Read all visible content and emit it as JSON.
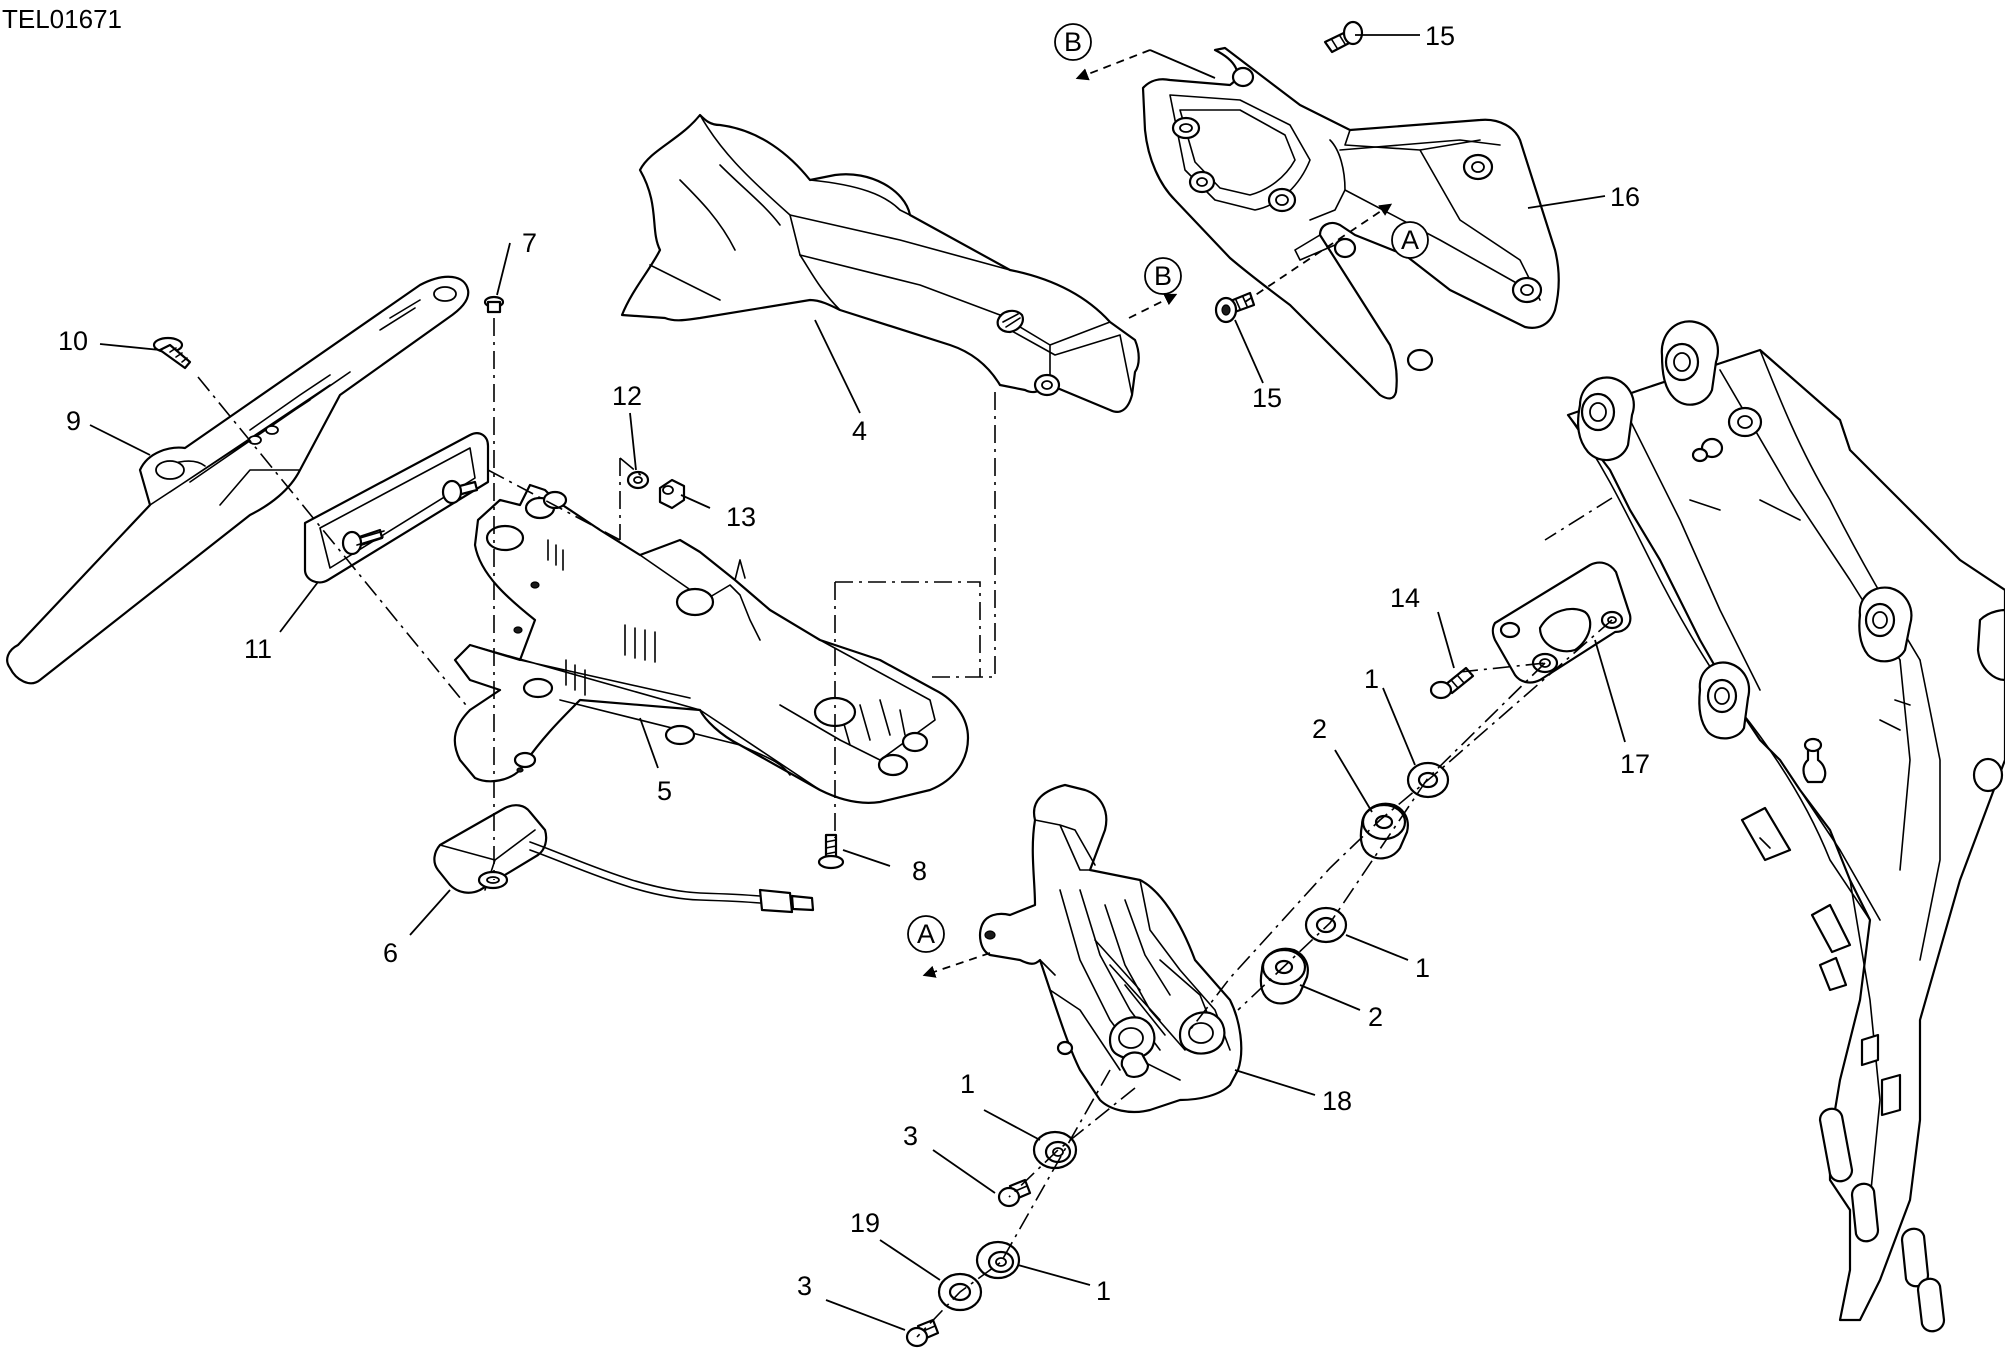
{
  "reference_code": "TEL01671",
  "callouts": {
    "c1_a": "1",
    "c1_b": "1",
    "c1_c": "1",
    "c1_d": "1",
    "c2_a": "2",
    "c2_b": "2",
    "c3_a": "3",
    "c3_b": "3",
    "c4": "4",
    "c5": "5",
    "c6": "6",
    "c7": "7",
    "c8": "8",
    "c9": "9",
    "c10": "10",
    "c11": "11",
    "c12": "12",
    "c13": "13",
    "c14": "14",
    "c15_a": "15",
    "c15_b": "15",
    "c16": "16",
    "c17": "17",
    "c18": "18",
    "c19": "19"
  },
  "markers": {
    "a_top": "A",
    "a_left": "A",
    "b_top": "B",
    "b_mid": "B"
  }
}
